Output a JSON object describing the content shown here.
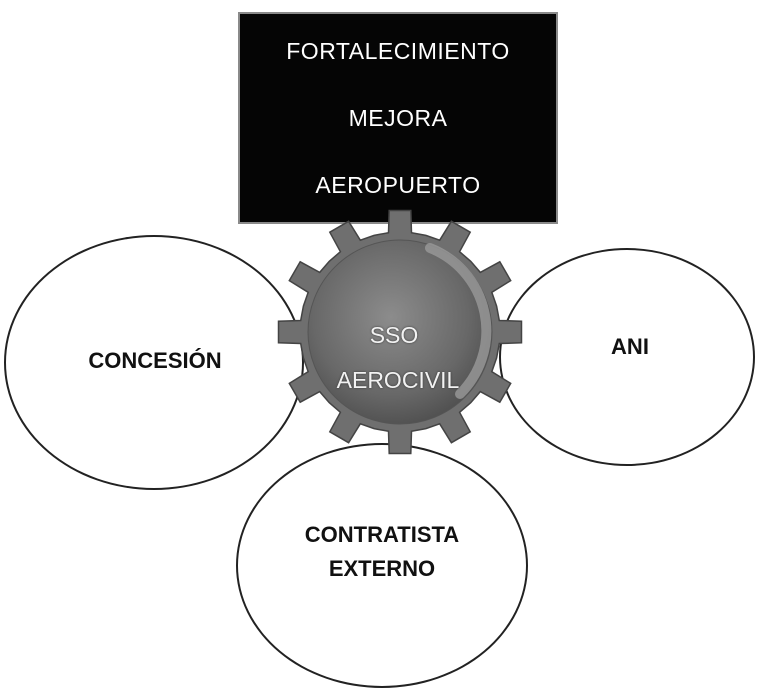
{
  "top_box": {
    "line1": "FORTALECIMIENTO",
    "line2": "MEJORA",
    "line3": "AEROPUERTO"
  },
  "center_gear": {
    "line1": "SSO",
    "line2": "AEROCIVIL"
  },
  "left_circle": {
    "label": "CONCESIÓN"
  },
  "right_circle": {
    "label": "ANI"
  },
  "bottom_circle": {
    "line1": "CONTRATISTA",
    "line2": "EXTERNO"
  },
  "colors": {
    "box_fill": "#050505",
    "gear_fill": "#6f6f6f",
    "gear_highlight": "#9a9a9a",
    "ellipse_stroke": "#222222"
  }
}
